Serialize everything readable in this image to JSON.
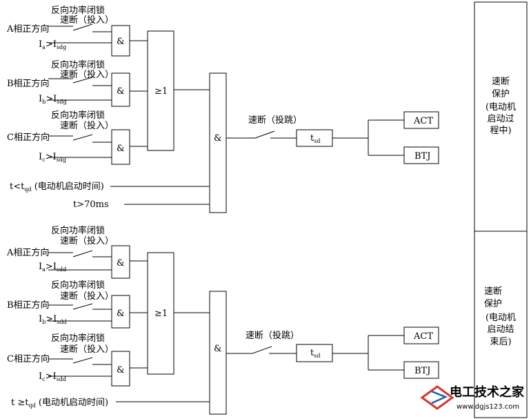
{
  "sections": [
    {
      "phases": [
        {
          "direction": "A相正方向",
          "lock": "反向功率闭锁",
          "speed_put": "速断（投入）",
          "current": "I",
          "current_sub": "a",
          "current_gt": ">I",
          "current_set": "sdg"
        },
        {
          "direction": "B相正方向",
          "lock": "反向功率闭锁",
          "speed_put": "速断（投入）",
          "current": "I",
          "current_sub": "b",
          "current_gt": ">I",
          "current_set": "sdg"
        },
        {
          "direction": "C相正方向",
          "lock": "反向功率闭锁",
          "speed_put": "速断（投入）",
          "current": "I",
          "current_sub": "c",
          "current_gt": ">I",
          "current_set": "sdg"
        }
      ],
      "and_symbol": "&",
      "or_symbol": "≥1",
      "time_cond_pre": "t<t",
      "time_cond_sub": "qd",
      "time_cond_post": " (电动机启动时间)",
      "t70": "t>70ms",
      "trip_switch": "速断（投跳）",
      "timer": "t",
      "timer_sub": "sd",
      "out1": "ACT",
      "out2": "BTJ",
      "side_label": [
        "速断",
        "保护",
        "(电动机",
        "启动过",
        "程中)"
      ]
    },
    {
      "phases": [
        {
          "direction": "A相正方向",
          "lock": "反向功率闭锁",
          "speed_put": "速断（投入）",
          "current": "I",
          "current_sub": "a",
          "current_gt": ">I",
          "current_set": "sdd"
        },
        {
          "direction": "B相正方向",
          "lock": "反向功率闭锁",
          "speed_put": "速断（投入）",
          "current": "I",
          "current_sub": "b",
          "current_gt": ">I",
          "current_set": "sdd"
        },
        {
          "direction": "C相正方向",
          "lock": "反向功率闭锁",
          "speed_put": "速断（投入）",
          "current": "I",
          "current_sub": "c",
          "current_gt": ">I",
          "current_set": "sdd"
        }
      ],
      "and_symbol": "&",
      "or_symbol": "≥1",
      "time_cond_pre": "t ≥t",
      "time_cond_sub": "qd",
      "time_cond_post": " (电动机启动时间)",
      "trip_switch": "速断（投跳）",
      "timer": "t",
      "timer_sub": "sd",
      "out1": "ACT",
      "out2": "BTJ",
      "side_label": [
        "速断",
        "保护",
        "(电动机",
        "启动结",
        "束后)"
      ]
    }
  ],
  "watermark": {
    "title": "电工技术之家",
    "url": "www.dgjs123.com",
    "brand_color": "#1e5fa8",
    "accent_color": "#d9342b"
  }
}
